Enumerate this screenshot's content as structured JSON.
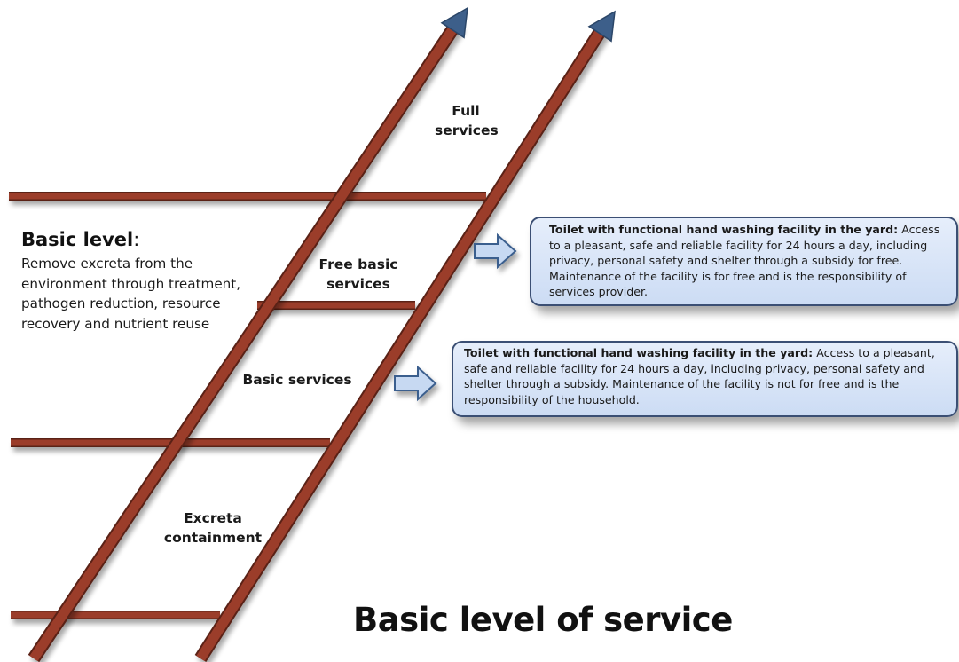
{
  "title": "Basic level of service",
  "ladder": {
    "steps": {
      "full": "Full\nservices",
      "free": "Free basic\nservices",
      "basic": "Basic services",
      "excreta": "Excreta\ncontainment"
    }
  },
  "basic_level": {
    "heading": "Basic level",
    "colon": ":",
    "description": "Remove excreta from the environment through treatment, pathogen reduction, resource recovery and nutrient reuse"
  },
  "boxes": {
    "free": {
      "title": "Toilet with functional hand washing facility in the yard",
      "text": "Access to a pleasant, safe and reliable facility for 24 hours a day, including privacy, personal safety and shelter through a subsidy for free. Maintenance of the facility is for free and is the responsibility of services provider."
    },
    "basic": {
      "title": "Toilet with functional hand washing facility in the yard",
      "text": "Access to a pleasant, safe and reliable facility for 24 hours a day, including privacy, personal safety and shelter through a subsidy. Maintenance of the facility is not for free and is the responsibility of the household."
    }
  },
  "colors": {
    "ladder": "#9b3c2a",
    "ladder_outline": "#5a2015",
    "arrowhead": "#3d5f8a",
    "box_fill": "#d6e3f7",
    "box_border": "#3b4f74",
    "pointer_arrow": "#c7d9f2"
  }
}
